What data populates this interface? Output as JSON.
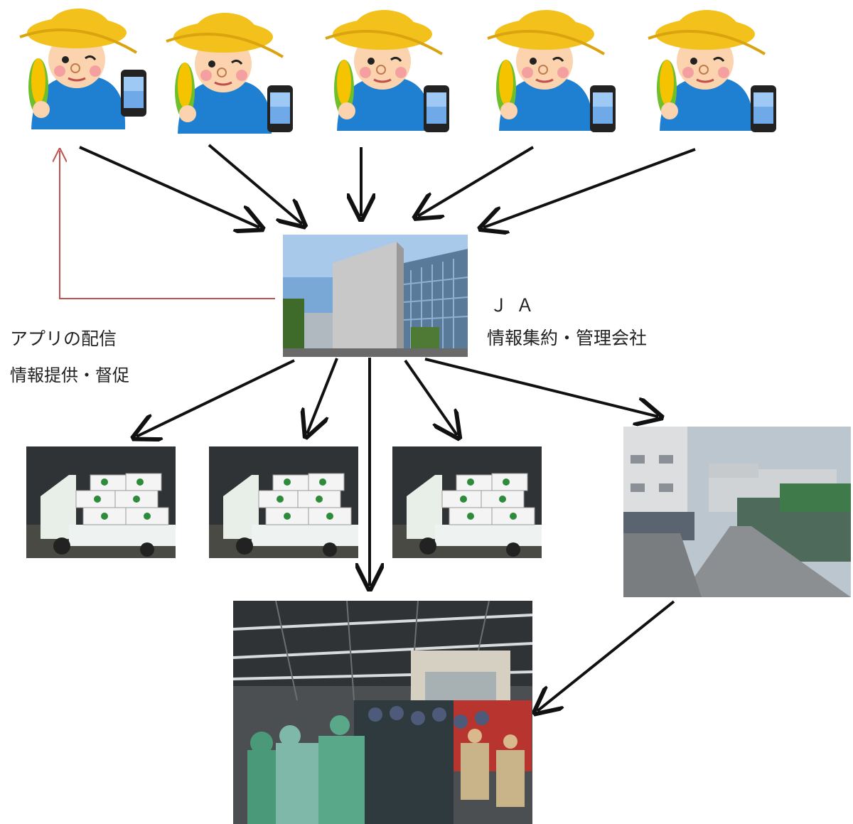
{
  "labels": {
    "ja_title": "ＪＡ",
    "ja_subtitle": "情報集約・管理会社",
    "app_delivery": "アプリの配信",
    "info_provide": "情報提供・督促"
  },
  "colors": {
    "arrow": "#111111",
    "feedback_arrow": "#c0504d",
    "hat": "#f3c11b",
    "shirt": "#1f7fd0",
    "skin": "#fbd3ae",
    "corn": "#f5c300",
    "husk": "#6fbf2a"
  },
  "icons": [
    "farmer-icon",
    "smartphone-icon",
    "truck-icon",
    "building-icon",
    "warehouse-icon",
    "market-icon"
  ]
}
